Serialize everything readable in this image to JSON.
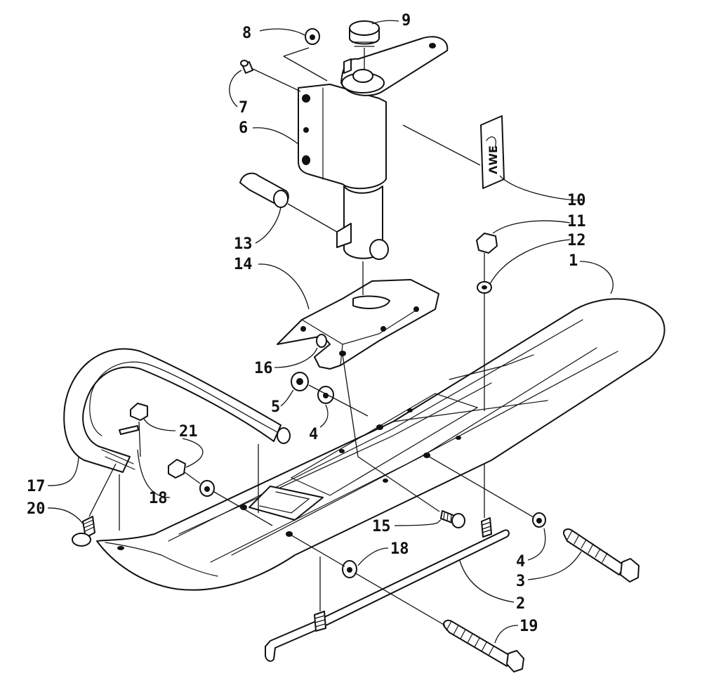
{
  "callouts": [
    {
      "id": "1",
      "label": "1"
    },
    {
      "id": "2",
      "label": "2"
    },
    {
      "id": "3",
      "label": "3"
    },
    {
      "id": "4a",
      "label": "4"
    },
    {
      "id": "4b",
      "label": "4"
    },
    {
      "id": "5",
      "label": "5"
    },
    {
      "id": "6",
      "label": "6"
    },
    {
      "id": "7",
      "label": "7"
    },
    {
      "id": "8",
      "label": "8"
    },
    {
      "id": "9",
      "label": "9"
    },
    {
      "id": "10",
      "label": "10"
    },
    {
      "id": "11",
      "label": "11"
    },
    {
      "id": "12",
      "label": "12"
    },
    {
      "id": "13",
      "label": "13"
    },
    {
      "id": "14",
      "label": "14"
    },
    {
      "id": "15",
      "label": "15"
    },
    {
      "id": "16",
      "label": "16"
    },
    {
      "id": "17",
      "label": "17"
    },
    {
      "id": "18a",
      "label": "18"
    },
    {
      "id": "18b",
      "label": "18"
    },
    {
      "id": "19",
      "label": "19"
    },
    {
      "id": "20",
      "label": "20"
    },
    {
      "id": "21",
      "label": "21"
    }
  ],
  "decal_text": "ΛWE",
  "colors": {
    "line": "#111111",
    "background": "#ffffff"
  }
}
